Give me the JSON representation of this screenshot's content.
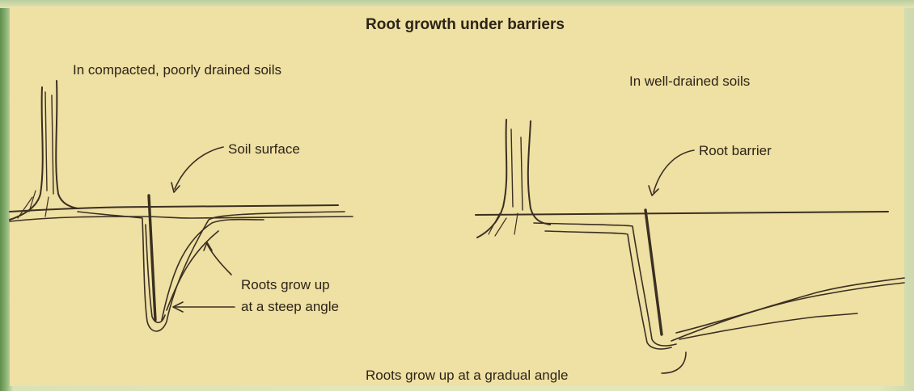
{
  "title": "Root growth  under barriers",
  "left_panel": {
    "heading": "In compacted, poorly drained soils",
    "callout_soil_surface": "Soil surface",
    "callout_roots_line1": "Roots grow up",
    "callout_roots_line2": "at a steep angle"
  },
  "right_panel": {
    "heading": "In well-drained soils",
    "callout_root_barrier": "Root barrier",
    "callout_roots_gradual": "Roots grow up at a gradual angle"
  },
  "colors": {
    "paper": "#efe0a3",
    "ink": "#3a2f22",
    "frame_green": "#5e8f4a"
  }
}
